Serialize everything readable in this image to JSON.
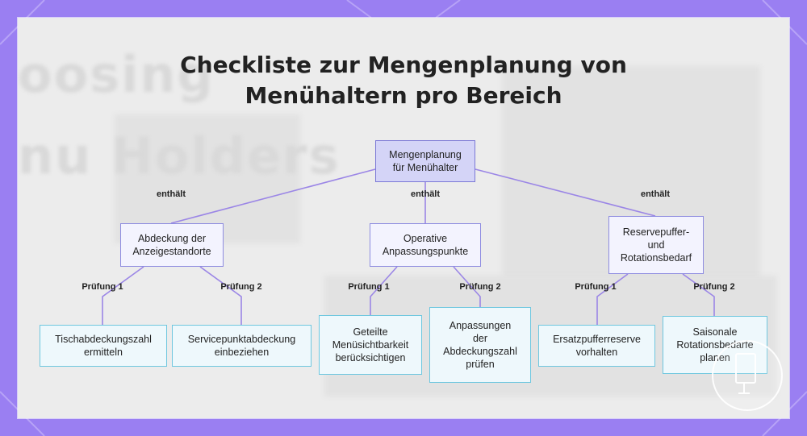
{
  "title": {
    "line1": "Checkliste zur Mengenplanung von",
    "line2": "Menühaltern pro Bereich"
  },
  "background_text": {
    "line1": "oosing",
    "line2": "nu Holders"
  },
  "colors": {
    "frame": "#9a7ff2",
    "root_fill": "#d4d4f7",
    "mid_border": "#8e8ce0",
    "leaf_border": "#6fc7df",
    "edge": "#9b86e6"
  },
  "nodes": {
    "root": "Mengenplanung\nfür Menühalter",
    "a": "Abdeckung der\nAnzeigestandorte",
    "b": "Operative\nAnpassungspunkte",
    "c": "Reservepuffer-\nund\nRotationsbedarf",
    "a1": "Tischabdeckungszahl\nermitteln",
    "a2": "Servicepunktabdeckung\neinbeziehen",
    "b1": "Geteilte\nMenüsichtbarkeit\nberücksichtigen",
    "b2": "Anpassungen\nder\nAbdeckungszahl\nprüfen",
    "c1": "Ersatzpufferreserve\nvorhalten",
    "c2": "Saisonale\nRotationsbedarfe\nplanen"
  },
  "edge_labels": {
    "contains_a": "enthält",
    "contains_b": "enthält",
    "contains_c": "enthält",
    "a1": "Prüfung 1",
    "a2": "Prüfung 2",
    "b1": "Prüfung 1",
    "b2": "Prüfung 2",
    "c1": "Prüfung 1",
    "c2": "Prüfung 2"
  },
  "watermark_icon": "tablet-stand-icon"
}
